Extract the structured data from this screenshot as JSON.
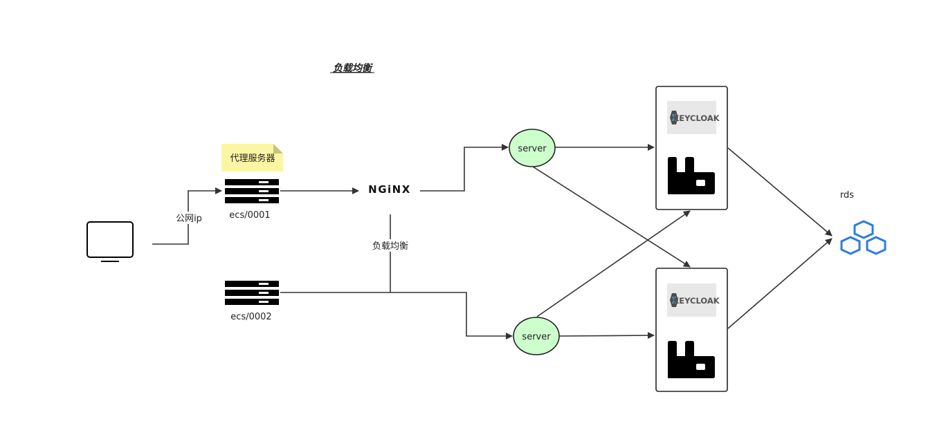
{
  "diagram": {
    "title": "负载均衡",
    "note": "代理服务器",
    "servers": [
      {
        "id": "ecs1",
        "label": "ecs/0001"
      },
      {
        "id": "ecs2",
        "label": "ecs/0002"
      }
    ],
    "nginx_text": "NGiNX",
    "edge_labels": {
      "public_ip": "公网ip",
      "load_balance": "负载均衡"
    },
    "app_servers": [
      {
        "id": "server1",
        "label": "server"
      },
      {
        "id": "server2",
        "label": "server"
      }
    ],
    "keycloak_text": "KEYCLOAK",
    "rds_label": "rds",
    "colors": {
      "stroke": "#333333",
      "note": "#fbf6a4",
      "server_fill": "#ccffcc",
      "rds_blue": "#2b7be4",
      "keycloak_bg": "#e8e8e8"
    },
    "icons": [
      "monitor-icon",
      "server-rack-icon",
      "nginx-logo",
      "keycloak-logo",
      "rabbitmq-icon",
      "rds-icon"
    ]
  }
}
